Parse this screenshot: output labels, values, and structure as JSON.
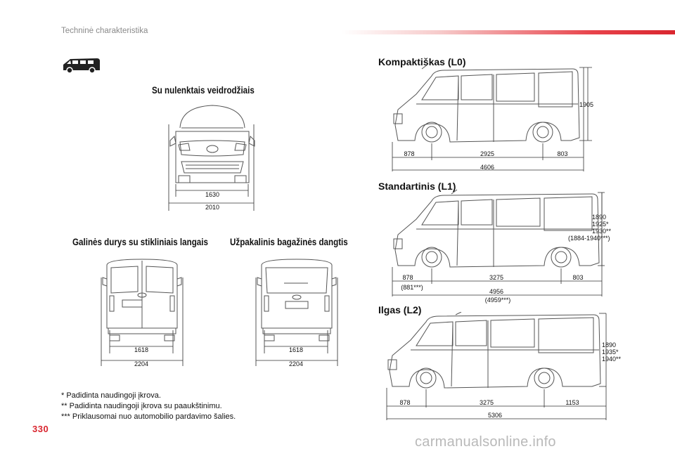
{
  "header": {
    "title": "Techninė charakteristika"
  },
  "page": {
    "number": "330"
  },
  "front_section": {
    "heading": "Su nulenktais veidrodžiais",
    "dims": [
      "1630",
      "2010"
    ]
  },
  "rear_views": [
    {
      "heading": "Galinės durys su stikliniais langais",
      "dims": [
        "1618",
        "2204"
      ]
    },
    {
      "heading": "Užpakalinis bagažinės dangtis",
      "dims": [
        "1618",
        "2204"
      ]
    }
  ],
  "side_views": [
    {
      "heading": "Kompaktiškas (L0)",
      "height": [
        "1905"
      ],
      "lengths": [
        "878",
        "2925",
        "803"
      ],
      "total": "4606"
    },
    {
      "heading": "Standartinis (L1)",
      "height": [
        "1890",
        "1925*",
        "1930**",
        "(1884-1940***)"
      ],
      "lengths": [
        "878",
        "3275",
        "803"
      ],
      "front_alt": "(881***)",
      "total": "4956",
      "total_alt": "(4959***)"
    },
    {
      "heading": "Ilgas (L2)",
      "height": [
        "1890",
        "1935*",
        "1940**"
      ],
      "lengths": [
        "878",
        "3275",
        "1153"
      ],
      "total": "5306"
    }
  ],
  "footnotes": [
    "* Padidinta naudingoji įkrova.",
    "** Padidinta naudingoji įkrova su paaukštinimu.",
    "*** Priklausomai nuo automobilio pardavimo šalies."
  ],
  "watermark": "carmanualsonline.info",
  "icons": {
    "vehicle": "van-icon"
  },
  "colors": {
    "accent": "#d9262f",
    "header_text": "#8a8a8a"
  }
}
